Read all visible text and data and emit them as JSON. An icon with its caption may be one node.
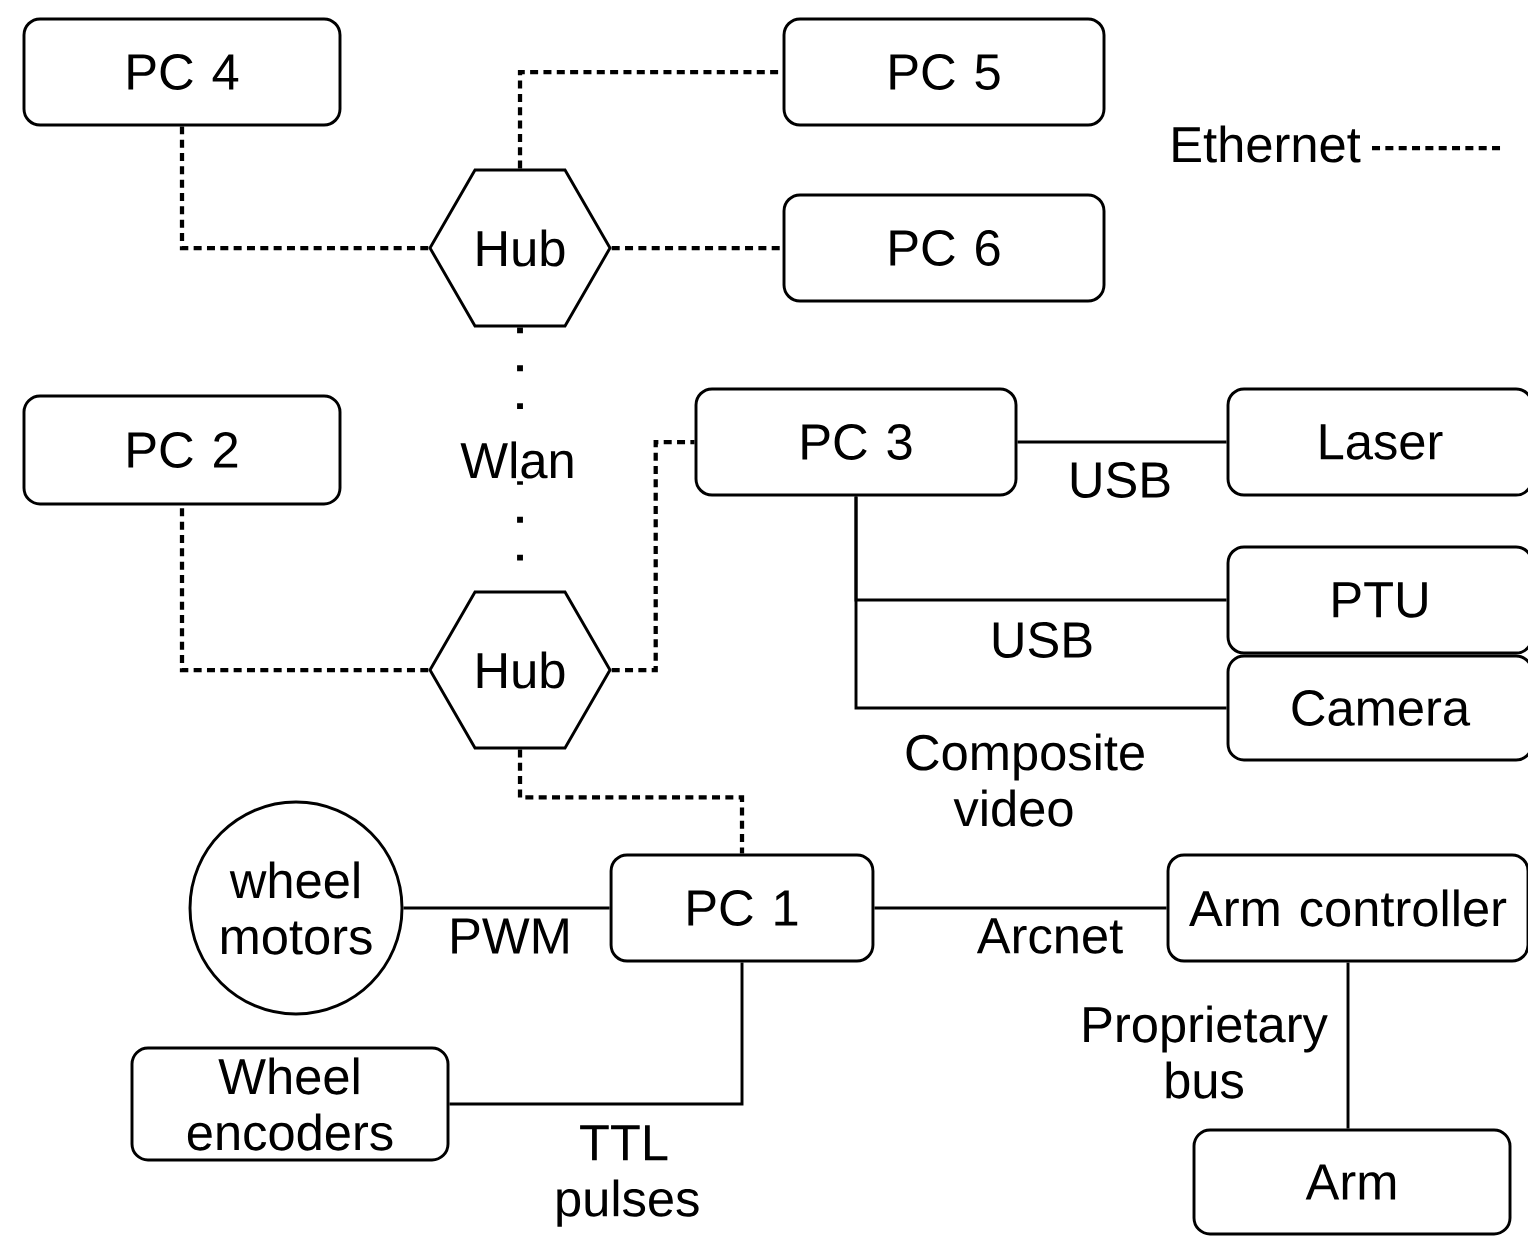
{
  "diagram": {
    "nodes": [
      {
        "text": [
          "PC 4"
        ]
      },
      {
        "text": [
          "Hub"
        ]
      },
      {
        "text": [
          "PC 5"
        ]
      },
      {
        "text": [
          "PC 6"
        ]
      },
      {
        "text": [
          "PC 2"
        ]
      },
      {
        "text": [
          "PC 3"
        ]
      },
      {
        "text": [
          "Laser"
        ]
      },
      {
        "text": [
          "Hub"
        ]
      },
      {
        "text": [
          "PTU"
        ]
      },
      {
        "text": [
          "Camera"
        ]
      },
      {
        "text": [
          "wheel motors"
        ]
      },
      {
        "text": [
          "PC 1"
        ]
      },
      {
        "text": [
          "Arm controller"
        ]
      },
      {
        "text": [
          "Wheel encoders"
        ]
      },
      {
        "text": [
          "Arm"
        ]
      }
    ],
    "edges": [
      {
        "from": 1,
        "to": 0,
        "arrow": "none",
        "style": "dashed"
      },
      {
        "from": 1,
        "to": 2,
        "arrow": "none",
        "style": "dashed"
      },
      {
        "from": 1,
        "to": 3,
        "arrow": "none",
        "style": "dashed"
      },
      {
        "from": 1,
        "to": 7,
        "arrow": "none",
        "style": "dashed",
        "label": "Wlan"
      },
      {
        "from": 7,
        "to": 4,
        "arrow": "none",
        "style": "dashed"
      },
      {
        "from": 7,
        "to": 5,
        "arrow": "none",
        "style": "dashed"
      },
      {
        "from": 7,
        "to": 11,
        "arrow": "none",
        "style": "dashed"
      },
      {
        "from": 5,
        "to": 6,
        "arrow": "none",
        "label": "USB"
      },
      {
        "from": 5,
        "to": 8,
        "arrow": "none",
        "label": "USB"
      },
      {
        "from": 5,
        "to": 9,
        "arrow": "none",
        "label": "Composite video"
      },
      {
        "from": 11,
        "to": 10,
        "arrow": "none",
        "label": "PWM"
      },
      {
        "from": 11,
        "to": 13,
        "arrow": "none",
        "label": "TTL pulses"
      },
      {
        "from": 11,
        "to": 12,
        "arrow": "none",
        "label": "Arcnet"
      },
      {
        "from": 12,
        "to": 14,
        "arrow": "none",
        "label": "Proprietary bus"
      }
    ],
    "legend": [
      {
        "text": "Ethernet"
      }
    ]
  }
}
